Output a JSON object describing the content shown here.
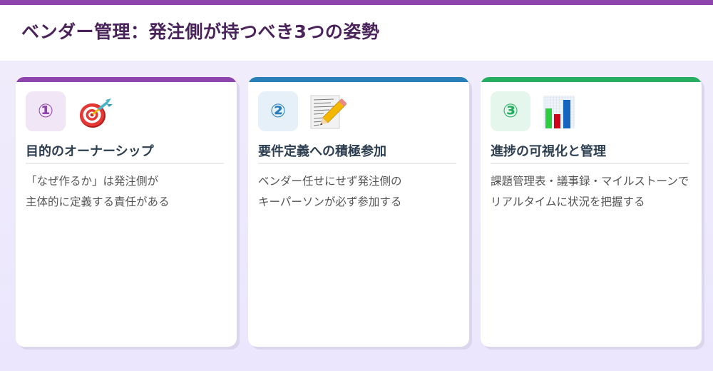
{
  "header": {
    "title": "ベンダー管理：発注側が持つべき3つの姿勢",
    "accent_color": "#8e44ad"
  },
  "cards": [
    {
      "number": "①",
      "icon": "target-dart-icon",
      "title": "目的のオーナーシップ",
      "body_lines": [
        "「なぜ作るか」は発注側が",
        "主体的に定義する責任がある"
      ],
      "accent_color": "#8e44ad",
      "badge_bg": "#f0e6f5",
      "badge_fg": "#8e44ad"
    },
    {
      "number": "②",
      "icon": "memo-pencil-icon",
      "title": "要件定義への積極参加",
      "body_lines": [
        "ベンダー任せにせず発注側の",
        "キーパーソンが必ず参加する"
      ],
      "accent_color": "#2980b9",
      "badge_bg": "#e5f0f8",
      "badge_fg": "#2980b9"
    },
    {
      "number": "③",
      "icon": "bar-chart-icon",
      "title": "進捗の可視化と管理",
      "body_lines": [
        "課題管理表・議事録・マイルストーンで",
        "リアルタイムに状況を把握する"
      ],
      "accent_color": "#27ae60",
      "badge_bg": "#e5f6ec",
      "badge_fg": "#27ae60"
    }
  ]
}
